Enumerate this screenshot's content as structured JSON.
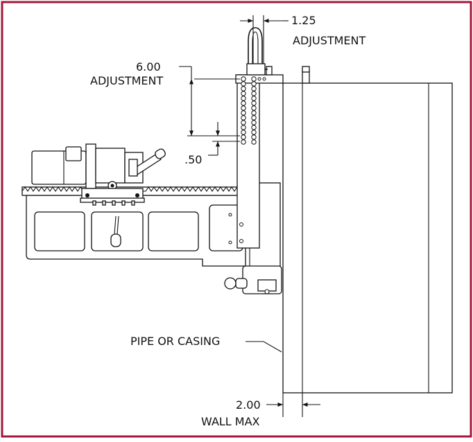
{
  "colors": {
    "border": "#a3173a",
    "line": "#111111",
    "background": "#ffffff"
  },
  "annotations": {
    "top_adjustment": {
      "value": "1.25",
      "label": "ADJUSTMENT"
    },
    "side_adjustment": {
      "value": "6.00",
      "label": "ADJUSTMENT"
    },
    "step": {
      "value": ".50"
    },
    "pipe": {
      "label": "PIPE OR CASING"
    },
    "wall": {
      "value": "2.00",
      "label": "WALL MAX"
    }
  }
}
